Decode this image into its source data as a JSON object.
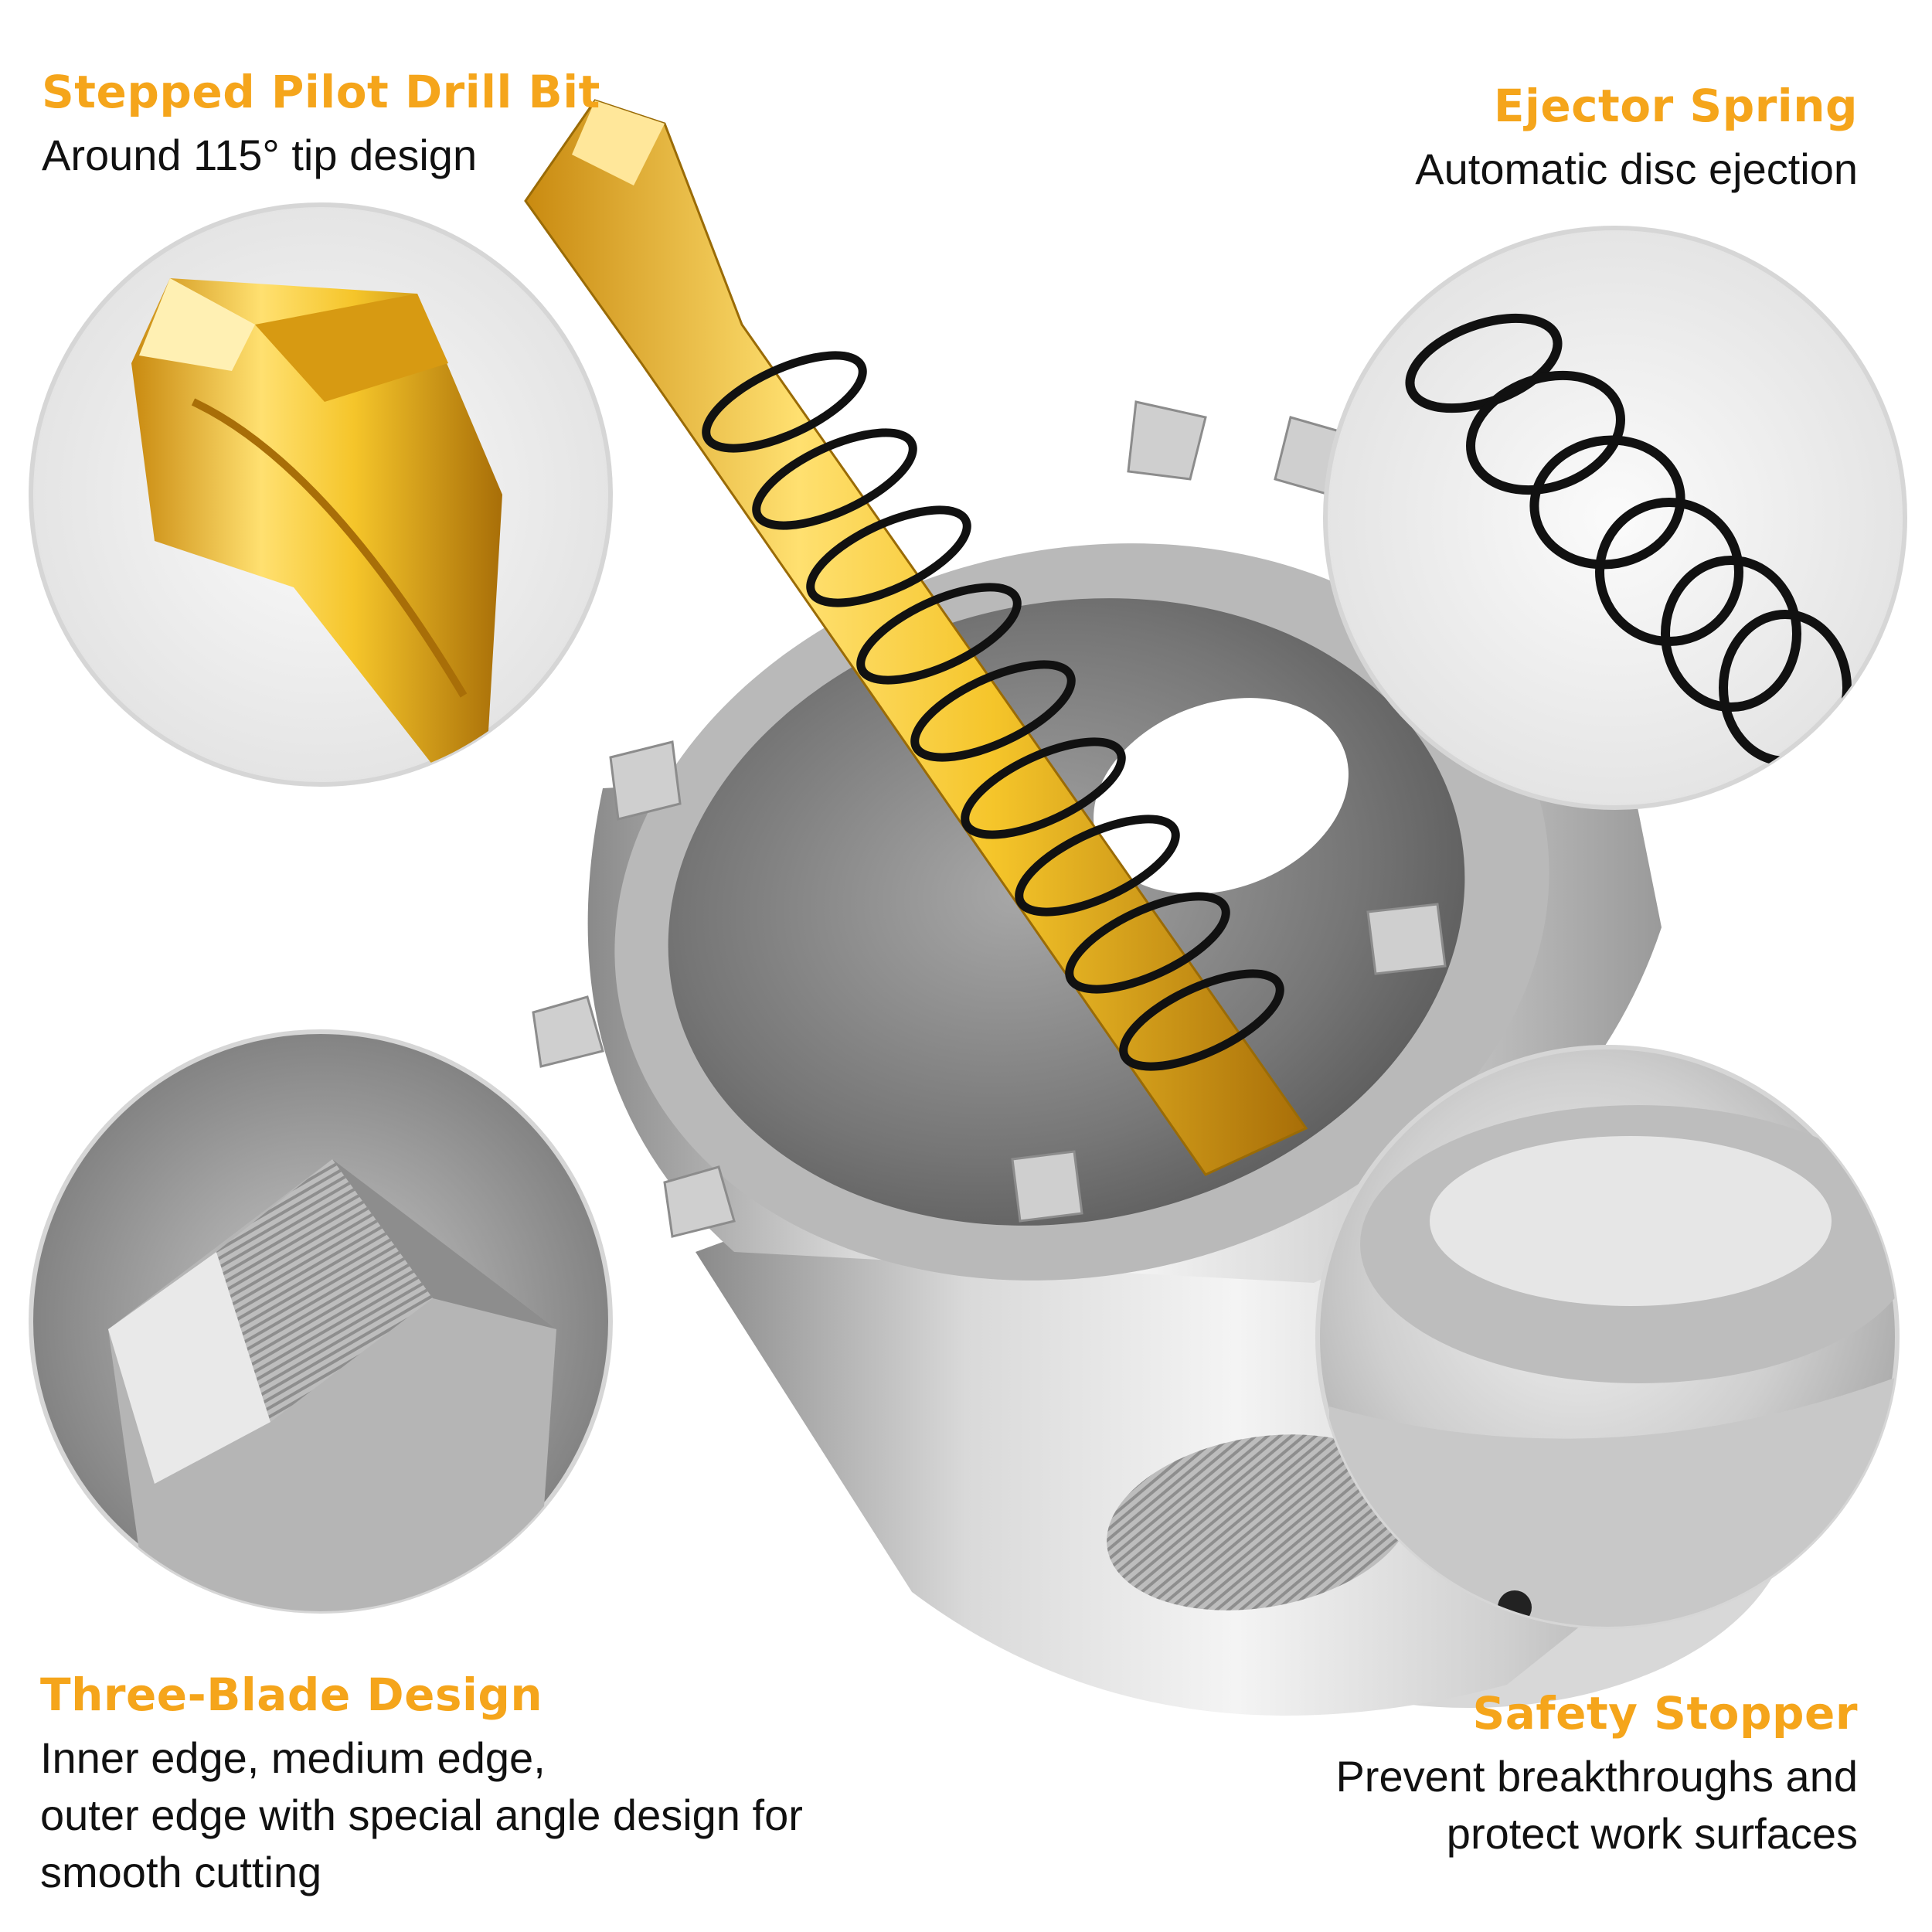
{
  "colors": {
    "accent": "#F5A51B",
    "text": "#111111",
    "steel_light": "#e4e4e4",
    "steel_dark": "#6e6e6e",
    "gold": "#f2c230",
    "spring": "#111111"
  },
  "features": {
    "pilot_drill": {
      "title": "Stepped Pilot Drill Bit",
      "desc": [
        "Around 115° tip design"
      ]
    },
    "ejector_spring": {
      "title": "Ejector Spring",
      "desc": [
        "Automatic disc ejection"
      ]
    },
    "three_blade": {
      "title": "Three-Blade Design",
      "desc": [
        "Inner edge, medium edge,",
        "outer edge with special angle design for",
        "smooth cutting"
      ]
    },
    "safety_stopper": {
      "title": "Safety Stopper",
      "desc": [
        "Prevent breakthroughs and",
        "protect work surfaces"
      ]
    }
  }
}
